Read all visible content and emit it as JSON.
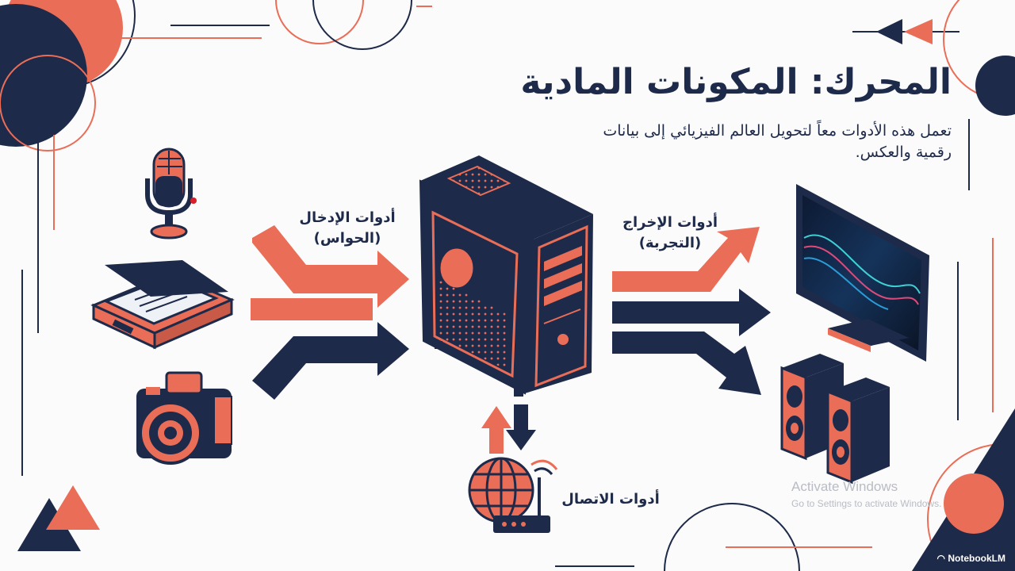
{
  "title": "المحرك: المكونات المادية",
  "subtitle": "تعمل هذه الأدوات معاً لتحويل العالم الفيزيائي إلى بيانات رقمية والعكس.",
  "labels": {
    "input_line1": "أدوات الإدخال",
    "input_line2": "(الحواس)",
    "output_line1": "أدوات الإخراج",
    "output_line2": "(التجربة)",
    "connection": "أدوات الاتصال"
  },
  "devices": {
    "input": [
      "microphone-icon",
      "scanner-icon",
      "camera-icon"
    ],
    "central": "computer-tower-icon",
    "output": [
      "monitor-icon",
      "speakers-icon"
    ],
    "connection": "globe-router-icon"
  },
  "watermark": {
    "line1": "Activate Windows",
    "line2": "Go to Settings to activate Windows."
  },
  "brand": "NotebookLM",
  "colors": {
    "navy": "#1e2a4a",
    "coral": "#ea6e57",
    "background": "#fbfbfb"
  }
}
